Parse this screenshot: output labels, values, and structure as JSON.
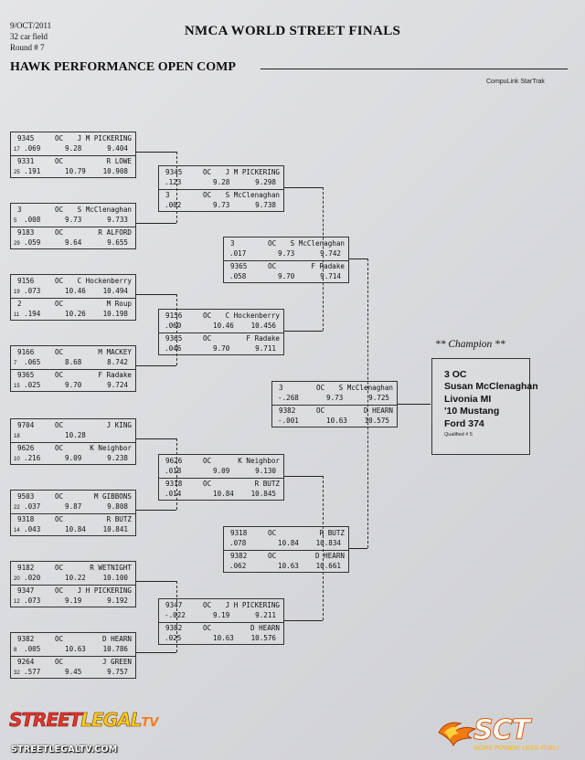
{
  "header": {
    "date": "9/OCT/2011",
    "field": "32 car field",
    "round": "Round # 7",
    "title": "NMCA WORLD STREET FINALS",
    "subtitle": "HAWK PERFORMANCE OPEN COMP",
    "software": "CompuLink StarTrak"
  },
  "round1": [
    {
      "num": "9345",
      "cls": "OC",
      "name": "J M PICKERING",
      "seed": "17",
      "rt": ".069",
      "et": "9.28",
      "speed": "9.404"
    },
    {
      "num": "9331",
      "cls": "OC",
      "name": "R LOWE",
      "seed": "25",
      "rt": ".191",
      "et": "10.79",
      "speed": "10.908"
    },
    {
      "num": "3",
      "cls": "OC",
      "name": "S McClenaghan",
      "seed": "5",
      "rt": ".008",
      "et": "9.73",
      "speed": "9.733"
    },
    {
      "num": "9183",
      "cls": "OC",
      "name": "R ALFORD",
      "seed": "29",
      "rt": ".059",
      "et": "9.64",
      "speed": "9.655"
    },
    {
      "num": "9156",
      "cls": "OC",
      "name": "C Hockenberry",
      "seed": "19",
      "rt": ".073",
      "et": "10.46",
      "speed": "10.494"
    },
    {
      "num": "2",
      "cls": "OC",
      "name": "M Roup",
      "seed": "11",
      "rt": ".194",
      "et": "10.26",
      "speed": "10.198"
    },
    {
      "num": "9166",
      "cls": "OC",
      "name": "M MACKEY",
      "seed": "7",
      "rt": ".065",
      "et": "8.68",
      "speed": "8.742"
    },
    {
      "num": "9365",
      "cls": "OC",
      "name": "F Radake",
      "seed": "15",
      "rt": ".025",
      "et": "9.70",
      "speed": "9.724"
    },
    {
      "num": "9704",
      "cls": "OC",
      "name": "J KING",
      "seed": "18",
      "rt": "",
      "et": "10.28",
      "speed": ""
    },
    {
      "num": "9626",
      "cls": "OC",
      "name": "K Neighbor",
      "seed": "10",
      "rt": ".216",
      "et": "9.09",
      "speed": "9.238"
    },
    {
      "num": "9503",
      "cls": "OC",
      "name": "M GIBBONS",
      "seed": "22",
      "rt": ".037",
      "et": "9.87",
      "speed": "9.808"
    },
    {
      "num": "9318",
      "cls": "OC",
      "name": "R BUTZ",
      "seed": "14",
      "rt": ".043",
      "et": "10.84",
      "speed": "10.841"
    },
    {
      "num": "9182",
      "cls": "OC",
      "name": "R WETNIGHT",
      "seed": "20",
      "rt": ".020",
      "et": "10.22",
      "speed": "10.100"
    },
    {
      "num": "9347",
      "cls": "OC",
      "name": "J H PICKERING",
      "seed": "12",
      "rt": ".073",
      "et": "9.19",
      "speed": "9.192"
    },
    {
      "num": "9382",
      "cls": "OC",
      "name": "D HEARN",
      "seed": "8",
      "rt": ".005",
      "et": "10.63",
      "speed": "10.786"
    },
    {
      "num": "9264",
      "cls": "OC",
      "name": "J GREEN",
      "seed": "32",
      "rt": ".577",
      "et": "9.45",
      "speed": "9.757"
    }
  ],
  "round2": [
    {
      "num": "9345",
      "cls": "OC",
      "name": "J M PICKERING",
      "rt": ".123",
      "et": "9.28",
      "speed": "9.298"
    },
    {
      "num": "3",
      "cls": "OC",
      "name": "S McClenaghan",
      "rt": ".002",
      "et": "9.73",
      "speed": "9.738"
    },
    {
      "num": "9156",
      "cls": "OC",
      "name": "C Hockenberry",
      "rt": ".060",
      "et": "10.46",
      "speed": "10.456"
    },
    {
      "num": "9365",
      "cls": "OC",
      "name": "F Radake",
      "rt": ".046",
      "et": "9.70",
      "speed": "9.711"
    },
    {
      "num": "9626",
      "cls": "OC",
      "name": "K Neighbor",
      "rt": ".018",
      "et": "9.09",
      "speed": "9.130"
    },
    {
      "num": "9318",
      "cls": "OC",
      "name": "R BUTZ",
      "rt": ".014",
      "et": "10.84",
      "speed": "10.845"
    },
    {
      "num": "9347",
      "cls": "OC",
      "name": "J H PICKERING",
      "rt": "-.022",
      "et": "9.19",
      "speed": "9.211"
    },
    {
      "num": "9382",
      "cls": "OC",
      "name": "D HEARN",
      "rt": ".025",
      "et": "10.63",
      "speed": "10.576"
    }
  ],
  "round3": [
    {
      "num": "3",
      "cls": "OC",
      "name": "S McClenaghan",
      "rt": ".017",
      "et": "9.73",
      "speed": "9.742"
    },
    {
      "num": "9365",
      "cls": "OC",
      "name": "F Radake",
      "rt": ".058",
      "et": "9.70",
      "speed": "9.714"
    },
    {
      "num": "9318",
      "cls": "OC",
      "name": "R BUTZ",
      "rt": ".078",
      "et": "10.84",
      "speed": "10.834"
    },
    {
      "num": "9382",
      "cls": "OC",
      "name": "D HEARN",
      "rt": ".062",
      "et": "10.63",
      "speed": "10.661"
    }
  ],
  "final": [
    {
      "num": "3",
      "cls": "OC",
      "name": "S McClenaghan",
      "rt": "-.268",
      "et": "9.73",
      "speed": "9.725"
    },
    {
      "num": "9382",
      "cls": "OC",
      "name": "D HEARN",
      "rt": "-.001",
      "et": "10.63",
      "speed": "10.575"
    }
  ],
  "champion": {
    "label": "** Champion **",
    "line1": "3    OC",
    "line2": "Susan McClenaghan",
    "line3": "Livonia  MI",
    "line4": "'10 Mustang",
    "line5": "Ford 374",
    "qualified": "Qualified # 5"
  },
  "watermarks": {
    "street": "STREET",
    "legal": "LEGAL",
    "tv": "TV",
    "url": "STREETLEGALTV.COM",
    "sct": "SCT",
    "sct_tag": "MORE POWER! LESS FUEL!"
  },
  "colors": {
    "street_red": "#e4362a",
    "legal_yellow": "#ffcc1e",
    "sct_orange": "#e05a0c"
  }
}
